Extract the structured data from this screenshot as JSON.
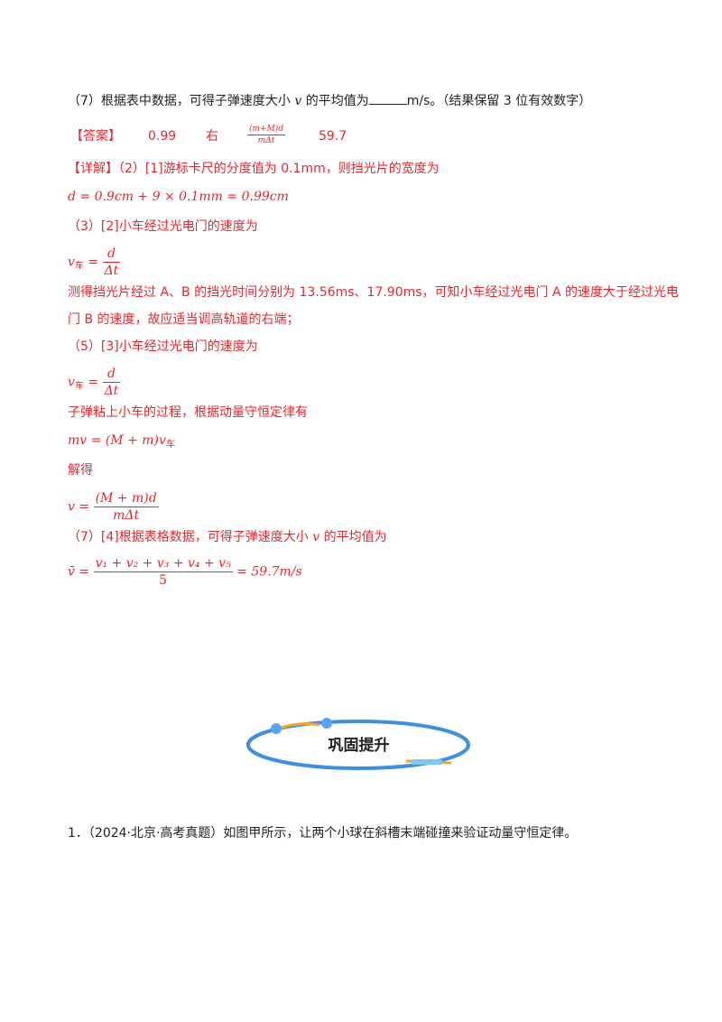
{
  "q7": {
    "prefix": "（7）根据表中数据，可得子弹速度大小",
    "var": "v",
    "mid": "的平均值为",
    "suffix": "m/s。（结果保留 3 位有效数字）"
  },
  "answer": {
    "label": "【答案】",
    "a1": "0.99",
    "a2": "右",
    "a3_num": "(m+M)d",
    "a3_den": "mΔt",
    "a4": "59.7"
  },
  "detail": {
    "label": "【详解】",
    "line1": "（2）[1]游标卡尺的分度值为 0.1mm，则挡光片的宽度为",
    "eq1": "d = 0.9cm + 9 × 0.1mm = 0.99cm",
    "line2": "（3）[2]小车经过光电门的速度为",
    "v_car_lhs": "v",
    "car_sub": "车",
    "eq_sign": "=",
    "frac_d": "d",
    "frac_dt": "Δt",
    "line3a": "测得挡光片经过 A、B 的挡光时间分别为 13.56ms、17.90ms，可知小车经过光电门 A 的速度大于经过光电",
    "line3b": "门 B 的速度，故应适当调高轨道的右端；",
    "line4": "（5）[3]小车经过光电门的速度为",
    "line5": "子弹粘上小车的过程，根据动量守恒定律有",
    "eq_momentum": "mv = (M + m)v",
    "line6": "解得",
    "v_lhs": "v",
    "v_num": "(M + m)d",
    "v_den": "mΔt",
    "line7a": "（7）[4]根据表格数据，可得子弹速度大小",
    "line7b": "的平均值为",
    "avg_lhs": "v̄",
    "avg_num": "v₁ + v₂ + v₃ + v₄ + v₅",
    "avg_den": "5",
    "avg_result": "= 59.7m/s"
  },
  "section": {
    "title": "巩固提升"
  },
  "q1": {
    "text": "1．（2024·北京·高考真题）如图甲所示，让两个小球在斜槽末端碰撞来验证动量守恒定律。"
  },
  "colors": {
    "answer": "#e8262d",
    "text": "#222222",
    "ring": "#3d8fe0"
  }
}
